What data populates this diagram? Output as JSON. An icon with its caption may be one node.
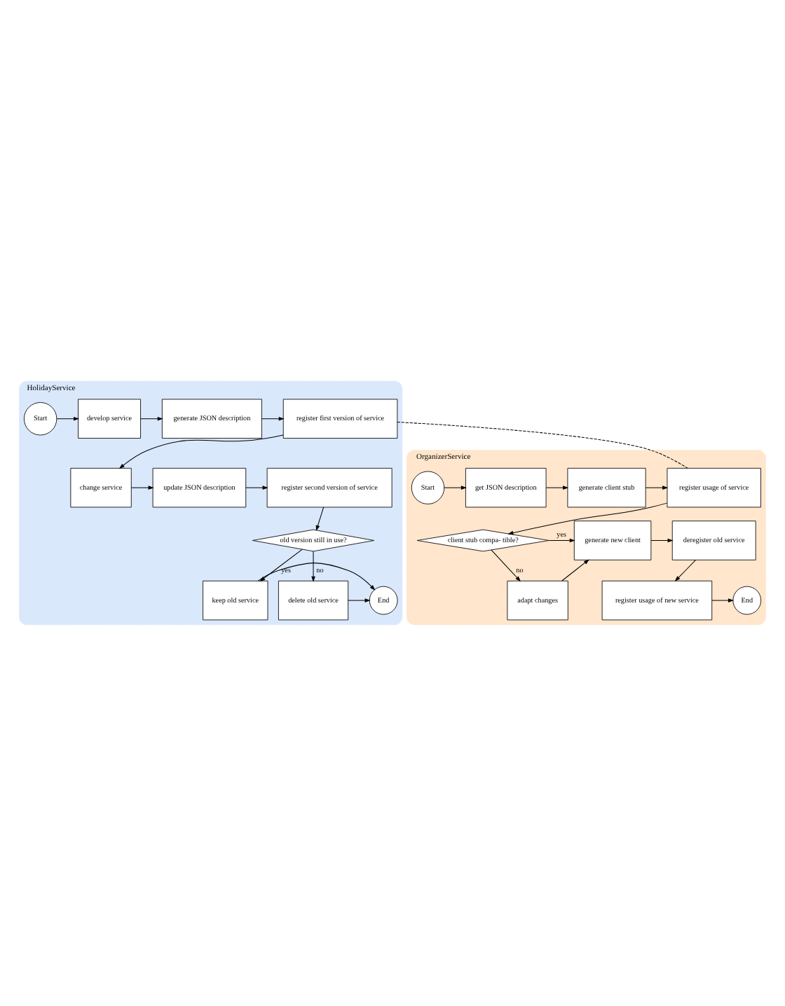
{
  "diagram": {
    "nodes": [
      {
        "text": [
          "HolidayService"
        ]
      },
      {
        "text": [
          "Start"
        ],
        "in": 0
      },
      {
        "text": [
          "develop service"
        ],
        "in": 0
      },
      {
        "text": [
          "generate JSON description"
        ],
        "in": 0
      },
      {
        "text": [
          "register first version of service"
        ],
        "in": 0
      },
      {
        "text": [
          "change service"
        ],
        "in": 0
      },
      {
        "text": [
          "update JSON description"
        ],
        "in": 0
      },
      {
        "text": [
          "register second version of service"
        ],
        "in": 0
      },
      {
        "text": [
          "old version still in use?"
        ],
        "in": 0
      },
      {
        "text": [
          "keep old service"
        ],
        "in": 0
      },
      {
        "text": [
          "delete old service"
        ],
        "in": 0
      },
      {
        "text": [
          "End"
        ],
        "in": 0
      },
      {
        "text": [
          "OrganizerService"
        ]
      },
      {
        "text": [
          "Start"
        ],
        "in": 12
      },
      {
        "text": [
          "get JSON description"
        ],
        "in": 12
      },
      {
        "text": [
          "generate client stub"
        ],
        "in": 12
      },
      {
        "text": [
          "register usage of service"
        ],
        "in": 12
      },
      {
        "text": [
          "client stub compa- tible?"
        ],
        "in": 12
      },
      {
        "text": [
          "generate new client"
        ],
        "in": 12
      },
      {
        "text": [
          "deregister old service"
        ],
        "in": 12
      },
      {
        "text": [
          "register usage of new service"
        ],
        "in": 12
      },
      {
        "text": [
          "adapt changes"
        ],
        "in": 12
      },
      {
        "text": [
          "End"
        ],
        "in": 12
      }
    ],
    "edges": [
      {
        "from": 1,
        "to": 2,
        "arrow": "to"
      },
      {
        "from": 2,
        "to": 3,
        "arrow": "to"
      },
      {
        "from": 3,
        "to": 4,
        "arrow": "to"
      },
      {
        "from": 4,
        "to": 5,
        "arrow": "to"
      },
      {
        "from": 5,
        "to": 6,
        "arrow": "to"
      },
      {
        "from": 6,
        "to": 7,
        "arrow": "to"
      },
      {
        "from": 7,
        "to": 8,
        "arrow": "to"
      },
      {
        "from": 8,
        "to": 9,
        "arrow": "to",
        "label": "yes"
      },
      {
        "from": 8,
        "to": 10,
        "arrow": "to",
        "label": "no"
      },
      {
        "from": 9,
        "to": 11,
        "arrow": "to"
      },
      {
        "from": 10,
        "to": 11,
        "arrow": "to"
      },
      {
        "from": 4,
        "to": 16,
        "arrow": "none",
        "style": "dashed"
      },
      {
        "from": 13,
        "to": 14,
        "arrow": "to"
      },
      {
        "from": 14,
        "to": 15,
        "arrow": "to"
      },
      {
        "from": 15,
        "to": 16,
        "arrow": "to"
      },
      {
        "from": 16,
        "to": 17,
        "arrow": "to"
      },
      {
        "from": 17,
        "to": 18,
        "arrow": "to",
        "label": "yes"
      },
      {
        "from": 17,
        "to": 21,
        "arrow": "to",
        "label": "no"
      },
      {
        "from": 21,
        "to": 18,
        "arrow": "to"
      },
      {
        "from": 18,
        "to": 19,
        "arrow": "to"
      },
      {
        "from": 19,
        "to": 20,
        "arrow": "to"
      },
      {
        "from": 20,
        "to": 22,
        "arrow": "to"
      }
    ]
  }
}
